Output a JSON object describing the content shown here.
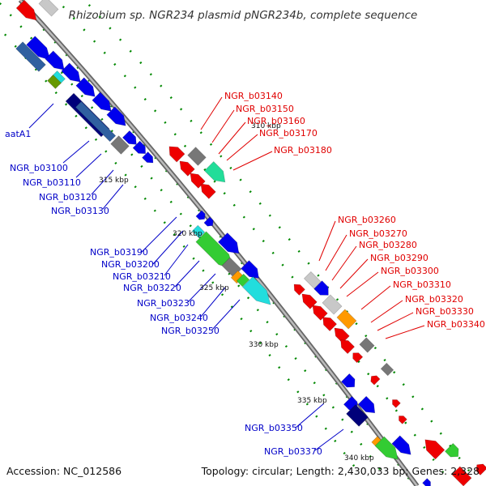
{
  "title": "Rhizobium sp. NGR234 plasmid pNGR234b, complete sequence",
  "accession": "Accession: NC_012586",
  "summary": "Topology: circular; Length: 2,430,033 bp; Genes: 2,328",
  "colors": {
    "backbone": "#888888",
    "forward_label": "#0000c8",
    "reverse_label": "#e00000",
    "tick": "#008800",
    "blue": "#0000ee",
    "darkblue": "#00007a",
    "steelblue": "#3060a0",
    "red": "#ee0000",
    "gray": "#777777",
    "lightgray": "#c8c8c8",
    "green": "#33cc33",
    "cyan": "#22dddd",
    "teal": "#22dd99",
    "orange": "#ff9900",
    "olive": "#669900"
  },
  "scale_labels": [
    "310 kbp",
    "315 kbp",
    "320 kbp",
    "325 kbp",
    "330 kbp",
    "335 kbp",
    "340 kbp"
  ],
  "forward_labels": [
    "aatA1",
    "NGR_b03100",
    "NGR_b03110",
    "NGR_b03120",
    "NGR_b03130",
    "NGR_b03190",
    "NGR_b03200",
    "NGR_b03210",
    "NGR_b03220",
    "NGR_b03230",
    "NGR_b03240",
    "NGR_b03250",
    "NGR_b03350",
    "NGR_b03370"
  ],
  "reverse_labels": [
    "NGR_b03140",
    "NGR_b03150",
    "NGR_b03160",
    "NGR_b03170",
    "NGR_b03180",
    "NGR_b03260",
    "NGR_b03270",
    "NGR_b03280",
    "NGR_b03290",
    "NGR_b03300",
    "NGR_b03310",
    "NGR_b03320",
    "NGR_b03330",
    "NGR_b03340"
  ]
}
